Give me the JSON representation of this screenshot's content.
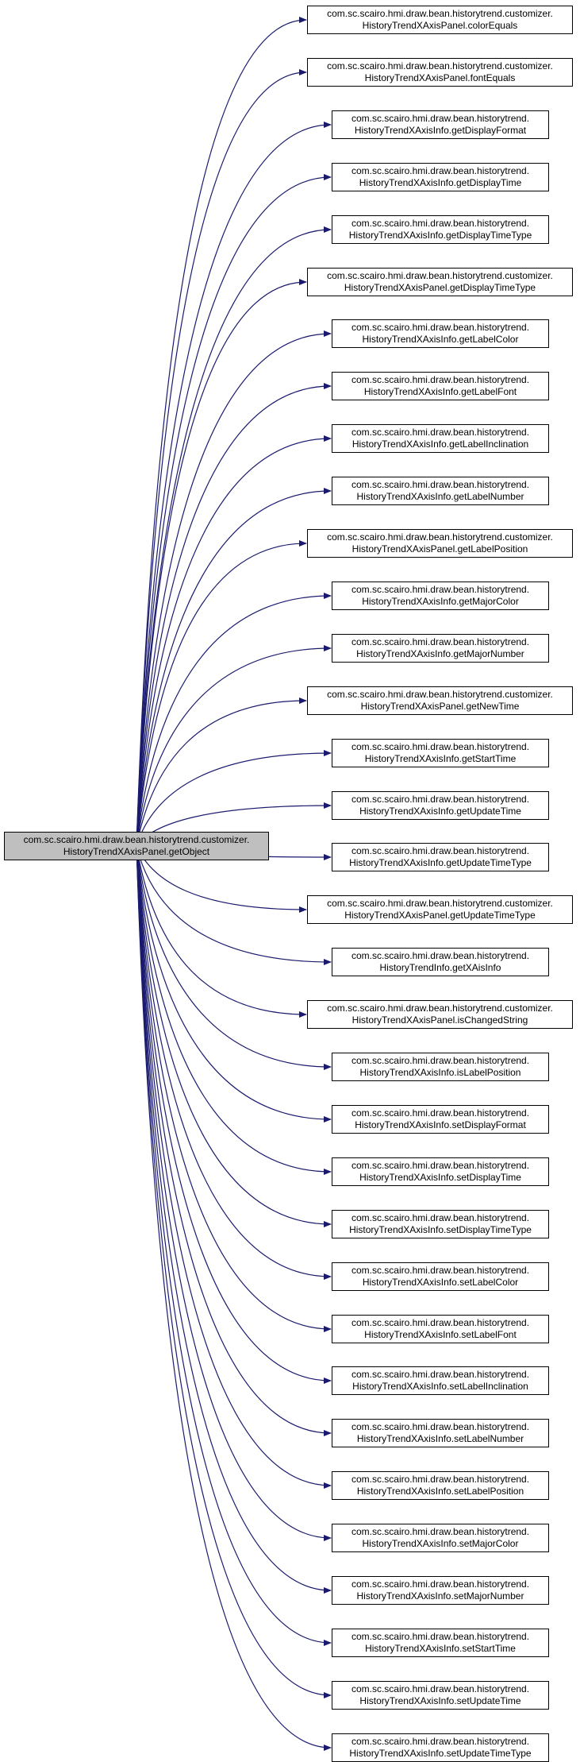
{
  "source": {
    "line1": "com.sc.scairo.hmi.draw.bean.historytrend.customizer.",
    "line2": "HistoryTrendXAxisPanel.getObject"
  },
  "edge_color": "#1a1a6e",
  "callees": [
    {
      "line1": "com.sc.scairo.hmi.draw.bean.historytrend.customizer.",
      "line2": "HistoryTrendXAxisPanel.colorEquals"
    },
    {
      "line1": "com.sc.scairo.hmi.draw.bean.historytrend.customizer.",
      "line2": "HistoryTrendXAxisPanel.fontEquals"
    },
    {
      "line1": "com.sc.scairo.hmi.draw.bean.historytrend.",
      "line2": "HistoryTrendXAxisInfo.getDisplayFormat"
    },
    {
      "line1": "com.sc.scairo.hmi.draw.bean.historytrend.",
      "line2": "HistoryTrendXAxisInfo.getDisplayTime"
    },
    {
      "line1": "com.sc.scairo.hmi.draw.bean.historytrend.",
      "line2": "HistoryTrendXAxisInfo.getDisplayTimeType"
    },
    {
      "line1": "com.sc.scairo.hmi.draw.bean.historytrend.customizer.",
      "line2": "HistoryTrendXAxisPanel.getDisplayTimeType"
    },
    {
      "line1": "com.sc.scairo.hmi.draw.bean.historytrend.",
      "line2": "HistoryTrendXAxisInfo.getLabelColor"
    },
    {
      "line1": "com.sc.scairo.hmi.draw.bean.historytrend.",
      "line2": "HistoryTrendXAxisInfo.getLabelFont"
    },
    {
      "line1": "com.sc.scairo.hmi.draw.bean.historytrend.",
      "line2": "HistoryTrendXAxisInfo.getLabelInclination"
    },
    {
      "line1": "com.sc.scairo.hmi.draw.bean.historytrend.",
      "line2": "HistoryTrendXAxisInfo.getLabelNumber"
    },
    {
      "line1": "com.sc.scairo.hmi.draw.bean.historytrend.customizer.",
      "line2": "HistoryTrendXAxisPanel.getLabelPosition"
    },
    {
      "line1": "com.sc.scairo.hmi.draw.bean.historytrend.",
      "line2": "HistoryTrendXAxisInfo.getMajorColor"
    },
    {
      "line1": "com.sc.scairo.hmi.draw.bean.historytrend.",
      "line2": "HistoryTrendXAxisInfo.getMajorNumber"
    },
    {
      "line1": "com.sc.scairo.hmi.draw.bean.historytrend.customizer.",
      "line2": "HistoryTrendXAxisPanel.getNewTime"
    },
    {
      "line1": "com.sc.scairo.hmi.draw.bean.historytrend.",
      "line2": "HistoryTrendXAxisInfo.getStartTime"
    },
    {
      "line1": "com.sc.scairo.hmi.draw.bean.historytrend.",
      "line2": "HistoryTrendXAxisInfo.getUpdateTime"
    },
    {
      "line1": "com.sc.scairo.hmi.draw.bean.historytrend.",
      "line2": "HistoryTrendXAxisInfo.getUpdateTimeType"
    },
    {
      "line1": "com.sc.scairo.hmi.draw.bean.historytrend.customizer.",
      "line2": "HistoryTrendXAxisPanel.getUpdateTimeType"
    },
    {
      "line1": "com.sc.scairo.hmi.draw.bean.historytrend.",
      "line2": "HistoryTrendInfo.getXAisInfo"
    },
    {
      "line1": "com.sc.scairo.hmi.draw.bean.historytrend.customizer.",
      "line2": "HistoryTrendXAxisPanel.isChangedString"
    },
    {
      "line1": "com.sc.scairo.hmi.draw.bean.historytrend.",
      "line2": "HistoryTrendXAxisInfo.isLabelPosition"
    },
    {
      "line1": "com.sc.scairo.hmi.draw.bean.historytrend.",
      "line2": "HistoryTrendXAxisInfo.setDisplayFormat"
    },
    {
      "line1": "com.sc.scairo.hmi.draw.bean.historytrend.",
      "line2": "HistoryTrendXAxisInfo.setDisplayTime"
    },
    {
      "line1": "com.sc.scairo.hmi.draw.bean.historytrend.",
      "line2": "HistoryTrendXAxisInfo.setDisplayTimeType"
    },
    {
      "line1": "com.sc.scairo.hmi.draw.bean.historytrend.",
      "line2": "HistoryTrendXAxisInfo.setLabelColor"
    },
    {
      "line1": "com.sc.scairo.hmi.draw.bean.historytrend.",
      "line2": "HistoryTrendXAxisInfo.setLabelFont"
    },
    {
      "line1": "com.sc.scairo.hmi.draw.bean.historytrend.",
      "line2": "HistoryTrendXAxisInfo.setLabelInclination"
    },
    {
      "line1": "com.sc.scairo.hmi.draw.bean.historytrend.",
      "line2": "HistoryTrendXAxisInfo.setLabelNumber"
    },
    {
      "line1": "com.sc.scairo.hmi.draw.bean.historytrend.",
      "line2": "HistoryTrendXAxisInfo.setLabelPosition"
    },
    {
      "line1": "com.sc.scairo.hmi.draw.bean.historytrend.",
      "line2": "HistoryTrendXAxisInfo.setMajorColor"
    },
    {
      "line1": "com.sc.scairo.hmi.draw.bean.historytrend.",
      "line2": "HistoryTrendXAxisInfo.setMajorNumber"
    },
    {
      "line1": "com.sc.scairo.hmi.draw.bean.historytrend.",
      "line2": "HistoryTrendXAxisInfo.setStartTime"
    },
    {
      "line1": "com.sc.scairo.hmi.draw.bean.historytrend.",
      "line2": "HistoryTrendXAxisInfo.setUpdateTime"
    },
    {
      "line1": "com.sc.scairo.hmi.draw.bean.historytrend.",
      "line2": "HistoryTrendXAxisInfo.setUpdateTimeType"
    }
  ]
}
